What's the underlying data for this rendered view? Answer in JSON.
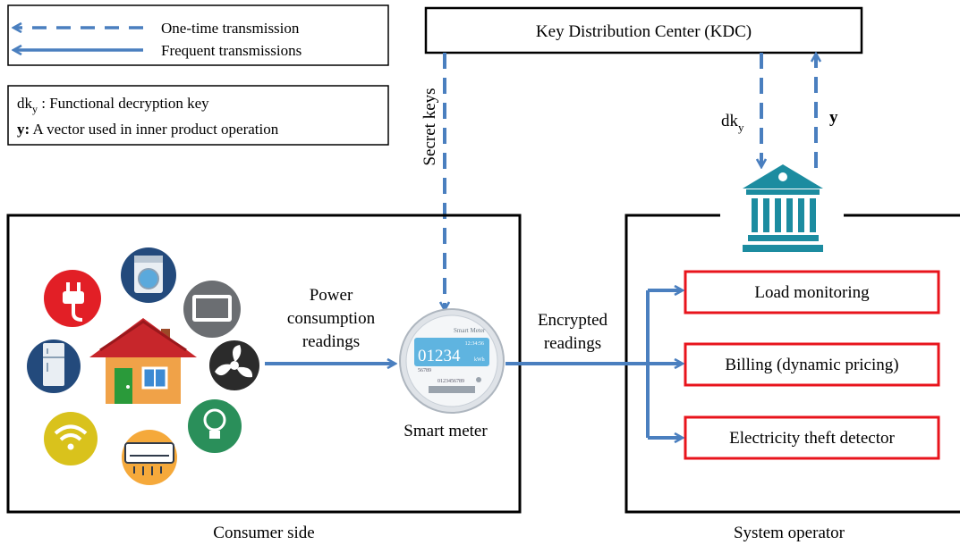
{
  "legend": {
    "one_time": "One-time transmission",
    "frequent": "Frequent transmissions"
  },
  "notation": {
    "dk_base": "dk",
    "dk_sub": "y",
    "dk_desc": " : Functional decryption key",
    "y_label": "y:",
    "y_desc": " A vector used in inner product operation"
  },
  "kdc": {
    "title": "Key Distribution Center (KDC)"
  },
  "labels": {
    "secret_keys": "Secret keys",
    "dk_base": "dk",
    "dk_sub": "y",
    "y": "y",
    "power_line1": "Power",
    "power_line2": "consumption",
    "power_line3": "readings",
    "encrypted_line1": "Encrypted",
    "encrypted_line2": "readings",
    "smart_meter": "Smart meter",
    "consumer_side": "Consumer side",
    "system_operator": "System operator"
  },
  "meter_display": {
    "brand": "Smart Meter",
    "time": "12:34:56",
    "reading": "01234",
    "unit": "kWh",
    "small_number": "56789",
    "serial": "0123456789"
  },
  "services": [
    "Load monitoring",
    "Billing (dynamic pricing)",
    "Electricity theft detector"
  ],
  "colors": {
    "arrow": "#4a7fbf",
    "service_border": "#e8141c",
    "bank_icon": "#1c8ca0"
  },
  "appliance_icons": [
    "plug-icon",
    "washing-machine-icon",
    "tv-icon",
    "fan-icon",
    "light-bulb-icon",
    "air-conditioner-icon",
    "wifi-icon",
    "refrigerator-icon",
    "house-icon"
  ]
}
